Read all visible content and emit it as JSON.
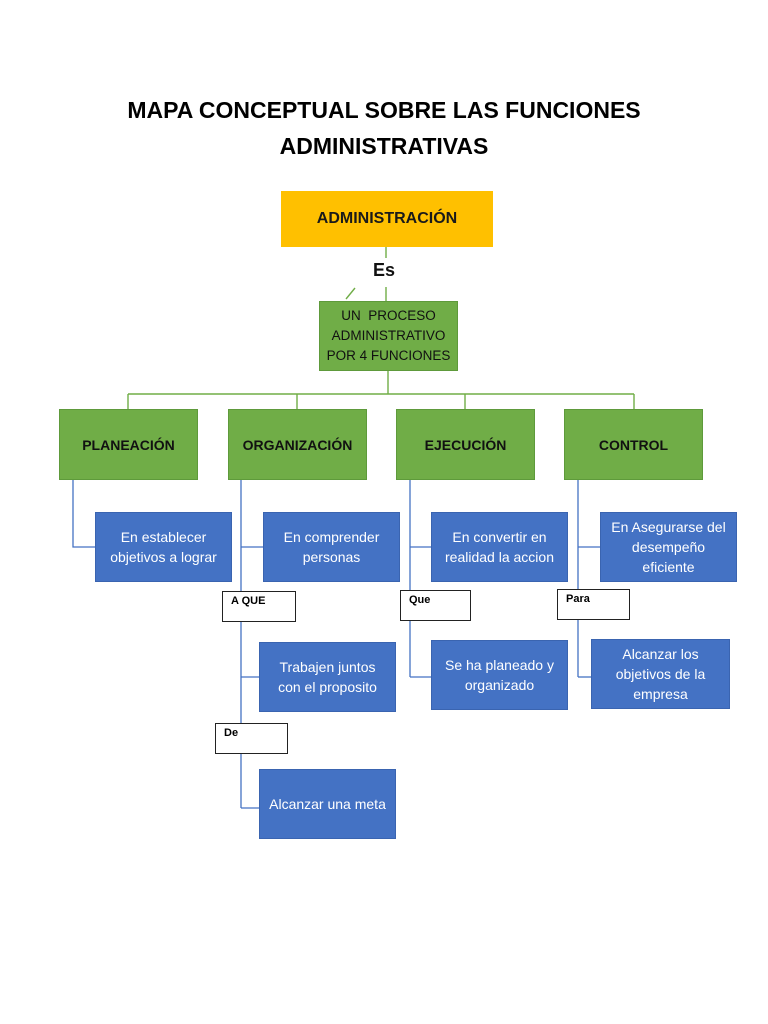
{
  "title_line1": "MAPA CONCEPTUAL SOBRE LAS FUNCIONES",
  "title_line2": "ADMINISTRATIVAS",
  "root": "ADMINISTRACIÓN",
  "connector_es": "Es",
  "process": [
    "UN  PROCESO",
    "ADMINISTRATIVO",
    "POR 4 FUNCIONES"
  ],
  "functions": {
    "planeacion": "PLANEACIÓN",
    "organizacion": "ORGANIZACIÓN",
    "ejecucion": "EJECUCIÓN",
    "control": "CONTROL"
  },
  "details": {
    "planeacion": [
      "En establecer",
      "objetivos a lograr"
    ],
    "organizacion": [
      "En comprender",
      "personas"
    ],
    "organizacion_2": [
      "Trabajen juntos",
      "con el proposito"
    ],
    "organizacion_3": "Alcanzar una meta",
    "ejecucion": [
      "En convertir en",
      "realidad la accion"
    ],
    "ejecucion_2": [
      "Se ha planeado y",
      "organizado"
    ],
    "control": [
      "En Asegurarse del",
      "desempeño",
      "eficiente"
    ],
    "control_2": [
      "Alcanzar los",
      "objetivos de la",
      "empresa"
    ]
  },
  "labels": {
    "a_que": "A QUE",
    "de": "De",
    "que": "Que",
    "para": "Para"
  },
  "colors": {
    "root": "#ffc000",
    "green": "#70ad47",
    "blue": "#4472c4",
    "line_green": "#70ad47",
    "line_blue": "#4472c4"
  }
}
